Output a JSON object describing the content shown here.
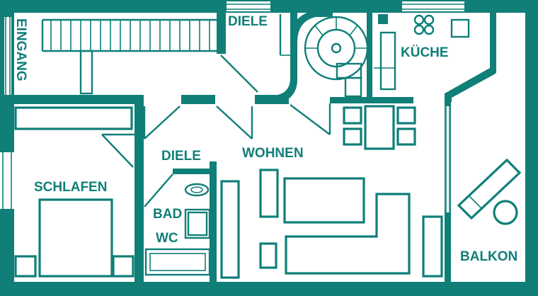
{
  "rooms": {
    "entrance": "EINGANG",
    "hall_top": "DIELE",
    "kitchen": "KÜCHE",
    "hall_mid": "DIELE",
    "living": "WOHNEN",
    "bedroom": "SCHLAFEN",
    "bath_line1": "BAD",
    "bath_line2": "WC",
    "balcony": "BALKON"
  },
  "colors": {
    "walls": "#0f7f78",
    "background": "#ffffff"
  }
}
